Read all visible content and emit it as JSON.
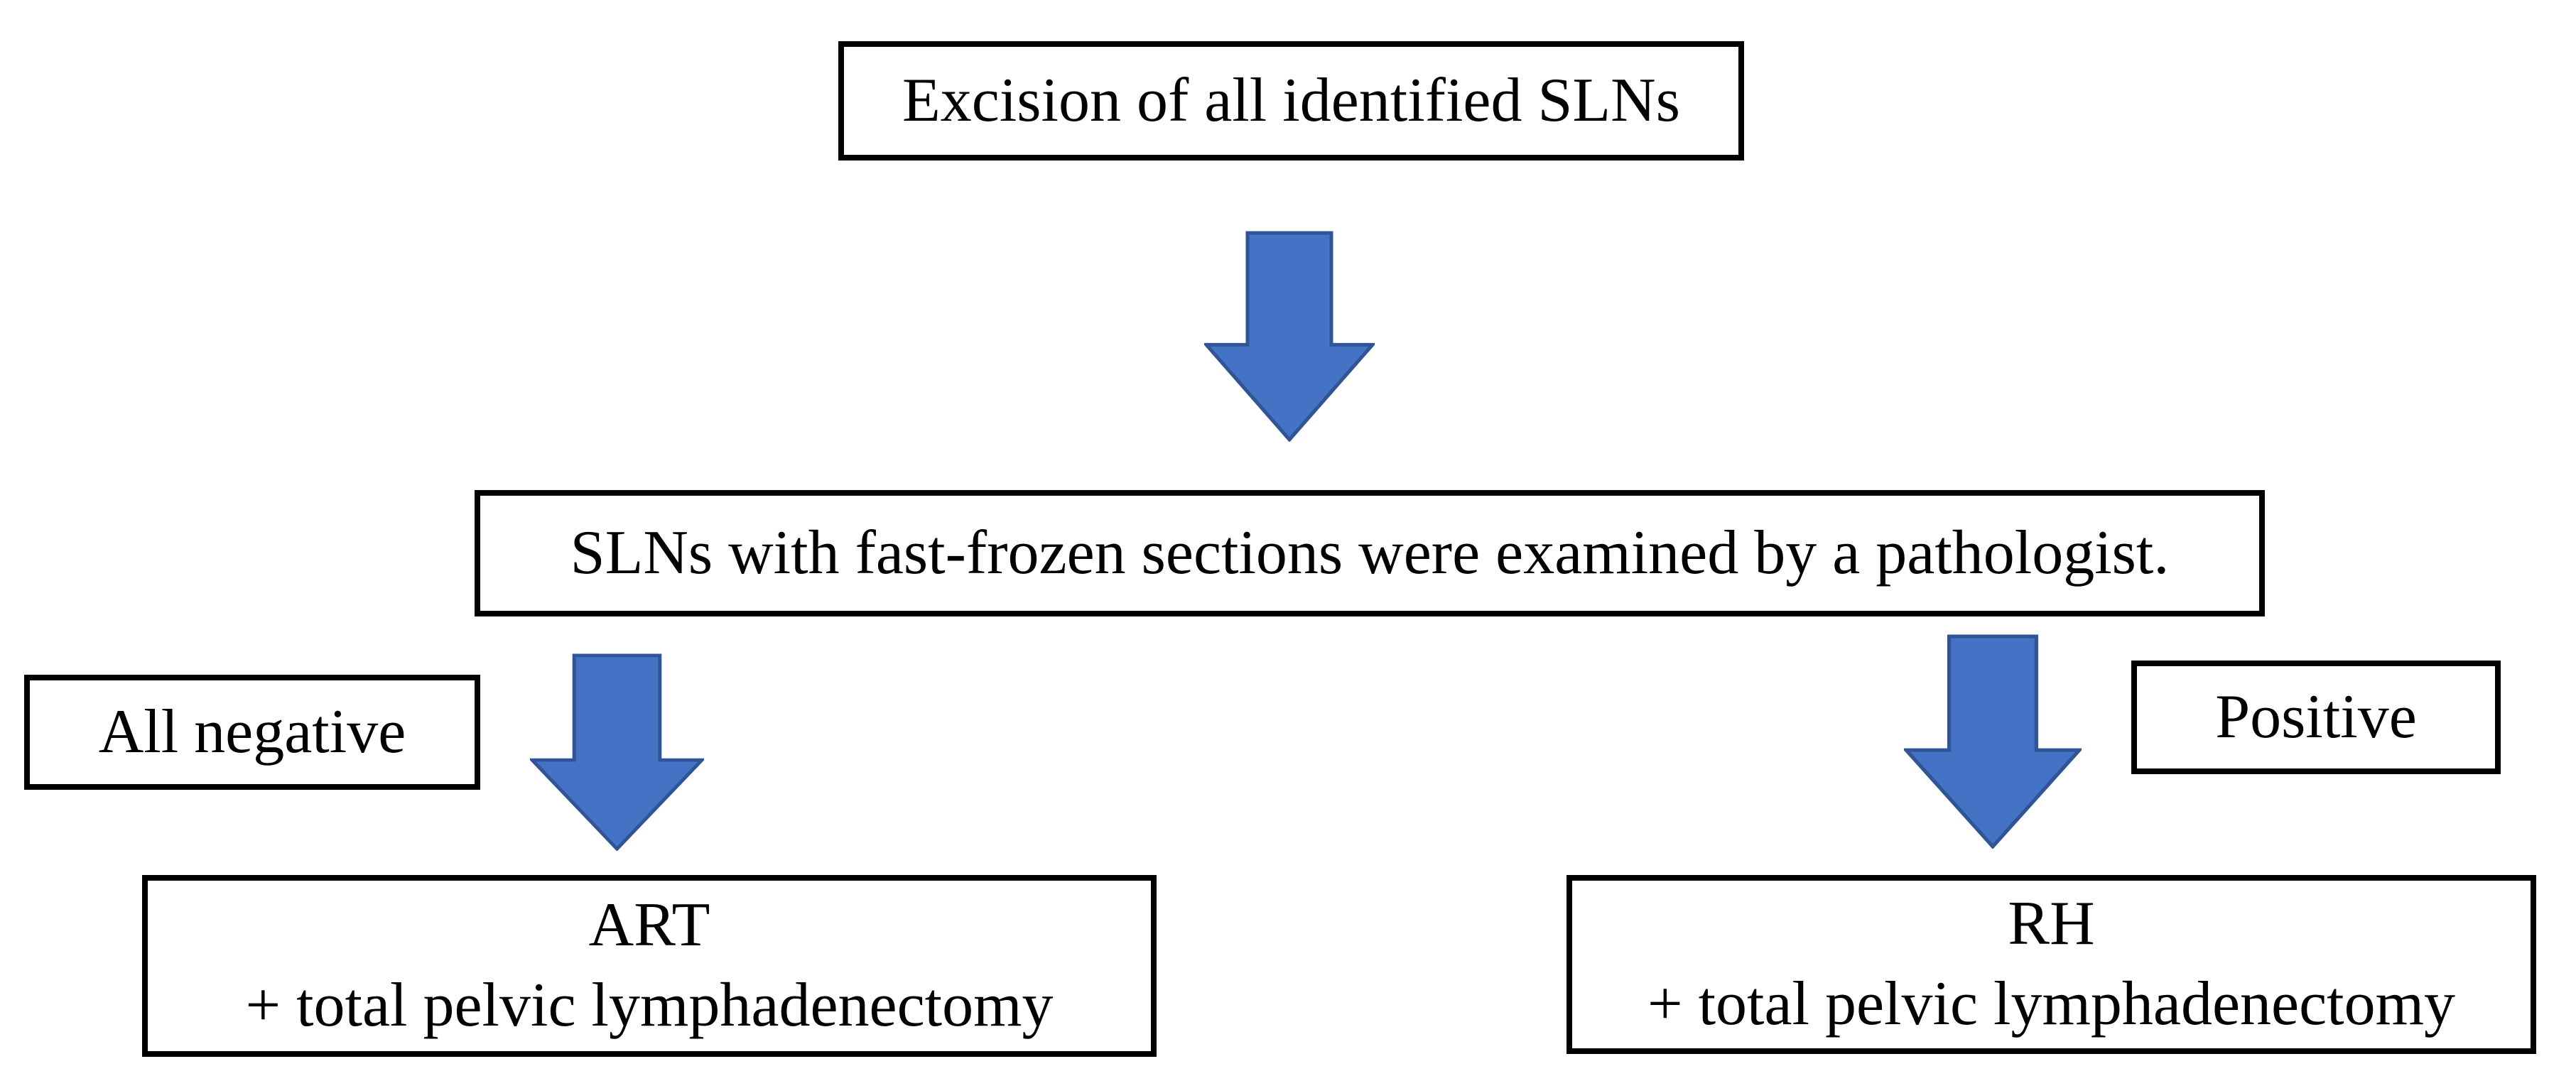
{
  "figure": {
    "type": "flowchart",
    "description": "SLN surgical decision flowchart",
    "colors": {
      "background": "#ffffff",
      "box_border": "#000000",
      "text": "#000000",
      "arrow_fill": "#4472c4",
      "arrow_stroke": "#2f5597"
    },
    "nodes": {
      "excision": {
        "label": "Excision of all identified SLNs"
      },
      "frozen_section": {
        "label": "SLNs with fast-frozen sections were examined by a pathologist."
      },
      "all_negative": {
        "label": "All negative"
      },
      "positive": {
        "label": "Positive"
      },
      "art": {
        "line1": "ART",
        "line2": "+ total pelvic lymphadenectomy"
      },
      "rh": {
        "line1": "RH",
        "line2": "+ total pelvic lymphadenectomy"
      }
    },
    "arrows": [
      {
        "id": "arrow-main",
        "from": "excision",
        "to": "frozen_section",
        "direction": "down"
      },
      {
        "id": "arrow-negative",
        "from": "frozen_section",
        "to": "art",
        "direction": "down",
        "condition": "All negative"
      },
      {
        "id": "arrow-positive",
        "from": "frozen_section",
        "to": "rh",
        "direction": "down",
        "condition": "Positive"
      }
    ]
  }
}
